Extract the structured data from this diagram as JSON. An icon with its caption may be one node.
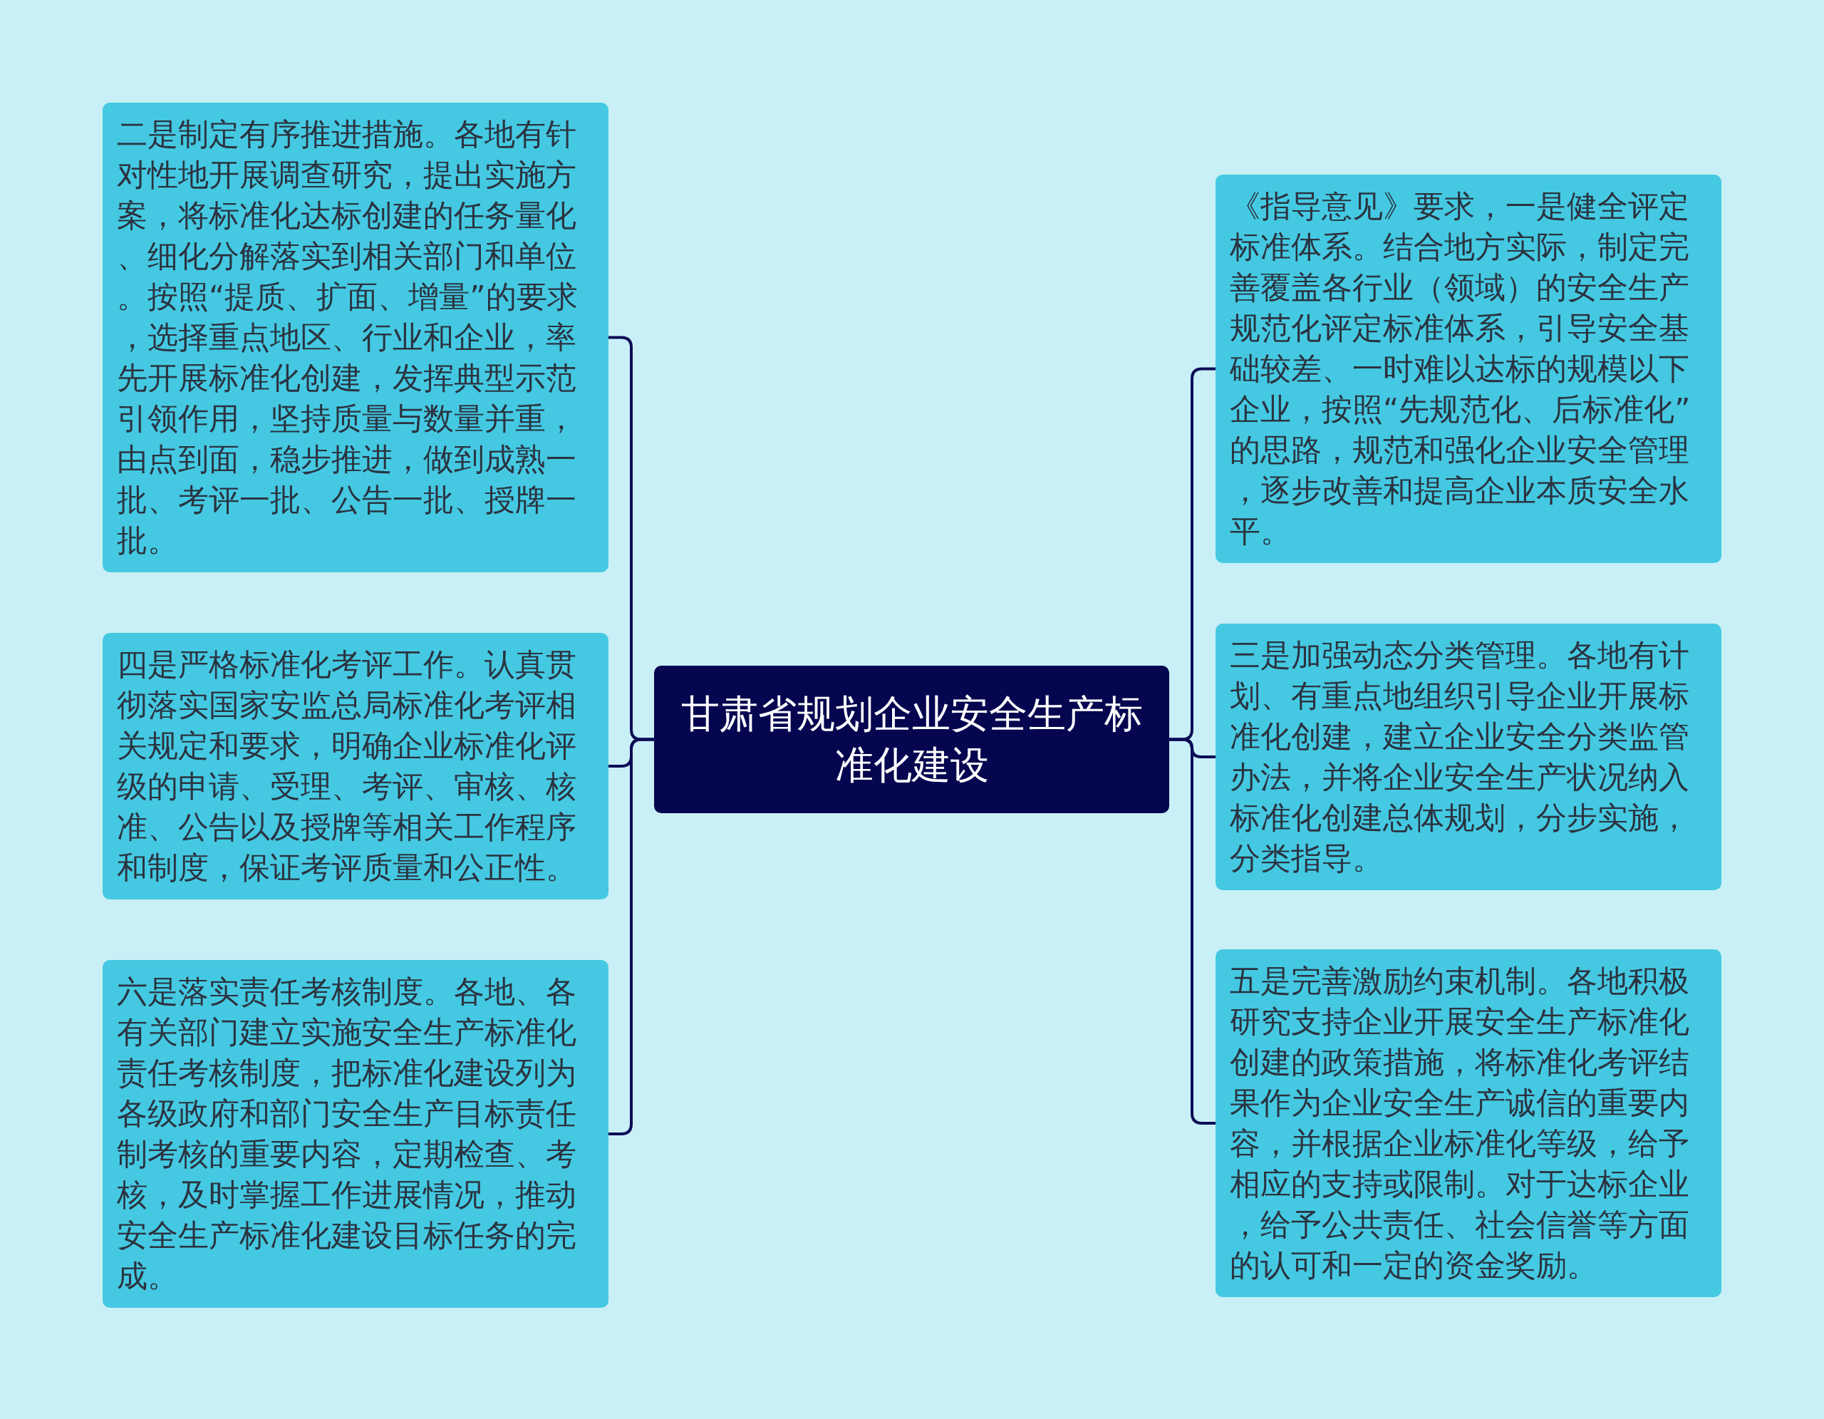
{
  "diagram": {
    "nodes": [
      {
        "text": [
          "甘肃省规划企业安全生产标准化建设"
        ]
      },
      {
        "text": [
          "二是制定有序推进措施。各地有针对性地开展调查研究，提出实施方案，将标准化达标创建的任务量化、细化分解落实到相关部门和单位。按照“提质、扩面、增量”的要求，选择重点地区、行业和企业，率先开展标准化创建，发挥典型示范引领作用，坚持质量与数量并重，由点到面，稳步推进，做到成熟一批、考评一批、公告一批、授牌一批。"
        ]
      },
      {
        "text": [
          "四是严格标准化考评工作。认真贯彻落实国家安监总局标准化考评相关规定和要求，明确企业标准化评级的申请、受理、考评、审核、核准、公告以及授牌等相关工作程序和制度，保证考评质量和公正性。"
        ]
      },
      {
        "text": [
          "六是落实责任考核制度。各地、各有关部门建立实施安全生产标准化责任考核制度，把标准化建设列为各级政府和部门安全生产目标责任制考核的重要内容，定期检查、考核，及时掌握工作进展情况，推动安全生产标准化建设目标任务的完成。"
        ]
      },
      {
        "text": [
          "《指导意见》要求，一是健全评定标准体系。结合地方实际，制定完善覆盖各行业（领域）的安全生产规范化评定标准体系，引导安全基础较差、一时难以达标的规模以下企业，按照“先规范化、后标准化”的思路，规范和强化企业安全管理，逐步改善和提高企业本质安全水平。"
        ]
      },
      {
        "text": [
          "三是加强动态分类管理。各地有计划、有重点地组织引导企业开展标准化创建，建立企业安全分类监管办法，并将企业安全生产状况纳入标准化创建总体规划，分步实施，分类指导。"
        ]
      },
      {
        "text": [
          "五是完善激励约束机制。各地积极研究支持企业开展安全生产标准化创建的政策措施，将标准化考评结果作为企业安全生产诚信的重要内容，并根据企业标准化等级，给予相应的支持或限制。对于达标企业，给予公共责任、社会信誉等方面的认可和一定的资金奖励。"
        ]
      }
    ],
    "edges": [
      {
        "from": 0,
        "to": 1,
        "arrow": "none"
      },
      {
        "from": 0,
        "to": 2,
        "arrow": "none"
      },
      {
        "from": 0,
        "to": 3,
        "arrow": "none"
      },
      {
        "from": 0,
        "to": 4,
        "arrow": "none"
      },
      {
        "from": 0,
        "to": 5,
        "arrow": "none"
      },
      {
        "from": 0,
        "to": 6,
        "arrow": "none"
      }
    ]
  }
}
